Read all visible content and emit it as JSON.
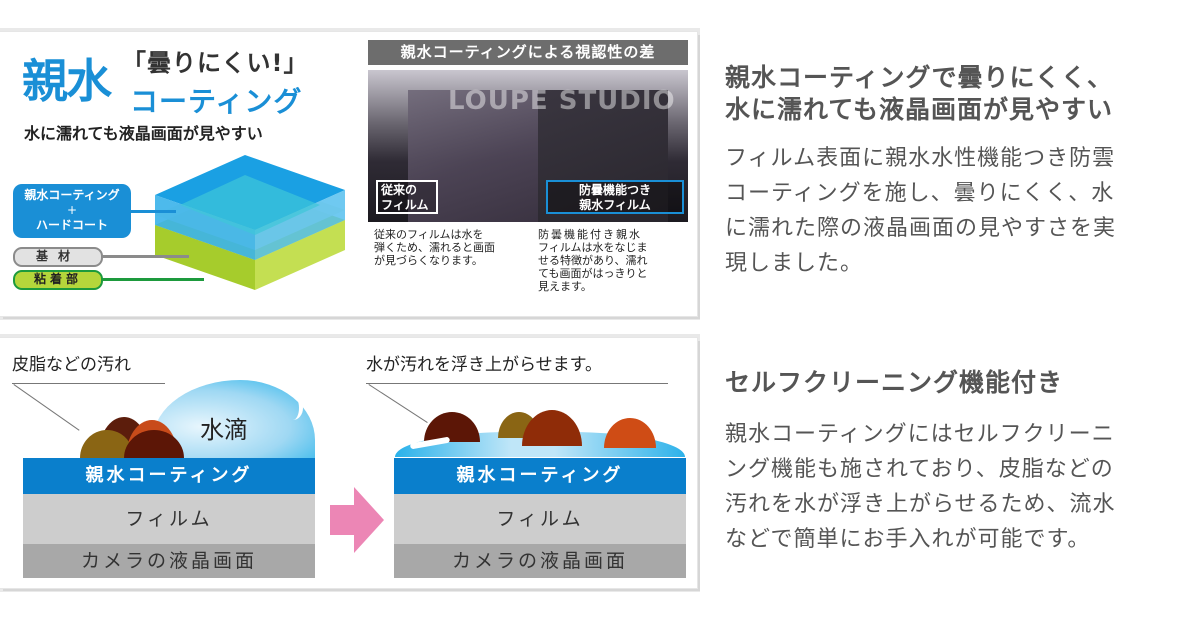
{
  "panel1": {
    "brand": {
      "quote": "「曇りにくい!」",
      "big": "親水",
      "coating": "コーティング",
      "subtitle": "水に濡れても液晶画面が見やすい"
    },
    "layers": {
      "coat_line1": "親水コーティング",
      "coat_plus": "+",
      "coat_line2": "ハードコート",
      "base": "基材",
      "adhesive": "粘着部"
    },
    "photo": {
      "title": "親水コーティングによる視認性の差",
      "watermark": "LOUPE STUDIO",
      "tag_left_1": "従来の",
      "tag_left_2": "フィルム",
      "tag_right_1": "防曇機能つき",
      "tag_right_2": "親水フィルム",
      "caption_left": [
        "従来のフィルムは水を",
        "弾くため、濡れると画面",
        "が見づらくなります。"
      ],
      "caption_right": [
        "防曇機能付き親水",
        "フィルムは水をなじま",
        "せる特徴があり、濡れ",
        "ても画面がはっきりと",
        "見えます。"
      ]
    },
    "colors": {
      "blue": "#1a8fd6",
      "gray": "#8b8b8b",
      "green": "#1d9a3d",
      "lime": "#b5d63b"
    }
  },
  "section1": {
    "heading_line1": "親水コーティングで曇りにくく、",
    "heading_line2": "水に濡れても液晶画面が見やすい",
    "body": [
      "フィルム表面に親水水性機能つき防雲",
      "コーティングを施し、曇りにくく、水",
      "に濡れた際の液晶画面の見やすさを実",
      "現しました。"
    ]
  },
  "panel2": {
    "before": {
      "callout": "皮脂などの汚れ",
      "droplet": "水滴",
      "coat": "親水コーティング",
      "film": "フィルム",
      "lcd": "カメラの液晶画面"
    },
    "after": {
      "callout": "水が汚れを浮き上がらせます。",
      "coat": "親水コーティング",
      "film": "フィルム",
      "lcd": "カメラの液晶画面"
    },
    "arrow_color": "#ec86b5"
  },
  "section2": {
    "heading": "セルフクリーニング機能付き",
    "body": [
      "親水コーティングにはセルフクリーニ",
      "ング機能も施されており、皮脂などの",
      "汚れを水が浮き上がらせるため、流水",
      "などで簡単にお手入れが可能です。"
    ]
  }
}
